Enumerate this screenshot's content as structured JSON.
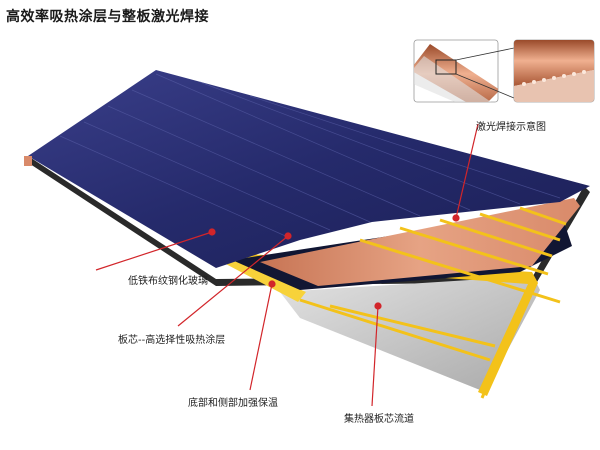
{
  "title": "高效率吸热涂层与整板激光焊接",
  "labels": {
    "glass": "低铁布纹钢化玻璃",
    "core": "板芯--高选择性吸热涂层",
    "insulation": "底部和侧部加强保温",
    "flow": "集热器板芯流道",
    "weld": "激光焊接示意图"
  },
  "colors": {
    "glass": "#252a6b",
    "frame": "#2a2a2a",
    "coating": "#1a2460",
    "copper": "#d98a6a",
    "insulation": "#f3c21a",
    "back_plate": "#c9c9c9",
    "pointer": "#d2252a"
  },
  "icons": [
    "copper-tube-closeup-icon",
    "weld-seam-closeup-icon"
  ]
}
